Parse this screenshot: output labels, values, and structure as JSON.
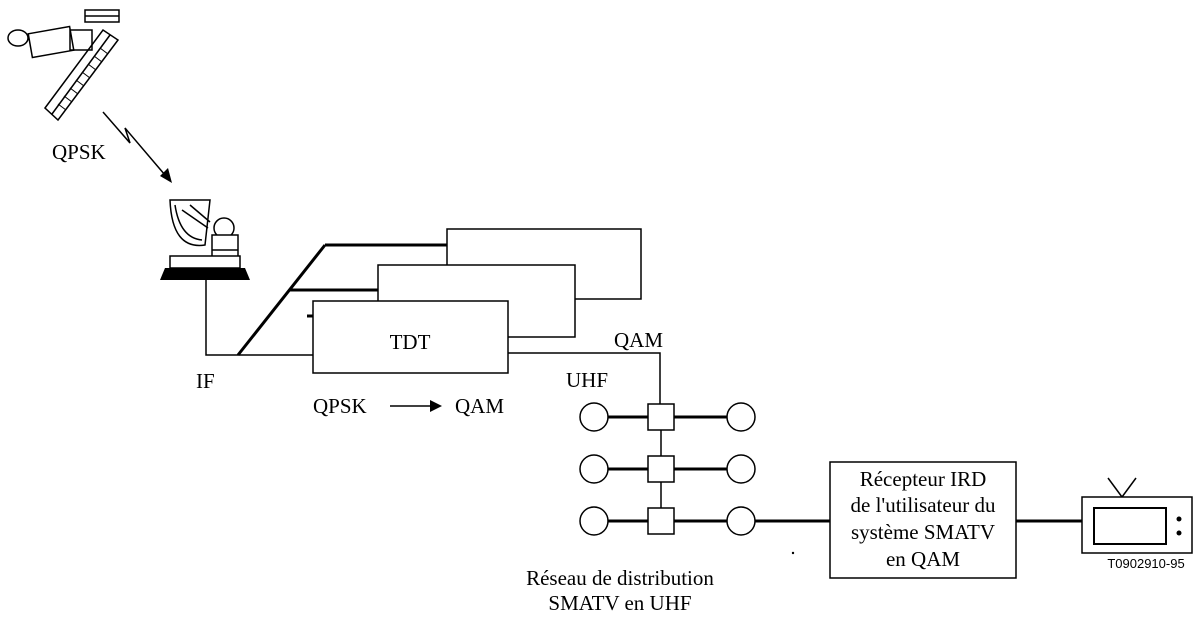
{
  "labels": {
    "qpsk_uplink": "QPSK",
    "if": "IF",
    "tdt": "TDT",
    "qpsk_conv": "QPSK",
    "qam_conv": "QAM",
    "qam_out": "QAM",
    "uhf": "UHF",
    "network_line1": "Réseau de distribution",
    "network_line2": "SMATV en UHF",
    "ird_line1": "Récepteur IRD",
    "ird_line2": "de l'utilisateur du",
    "ird_line3": "système SMATV",
    "ird_line4": "en QAM",
    "figure_id": "T0902910-95"
  },
  "icons": {
    "satellite": "satellite-icon",
    "dish": "satellite-dish-icon",
    "tv": "television-icon"
  }
}
